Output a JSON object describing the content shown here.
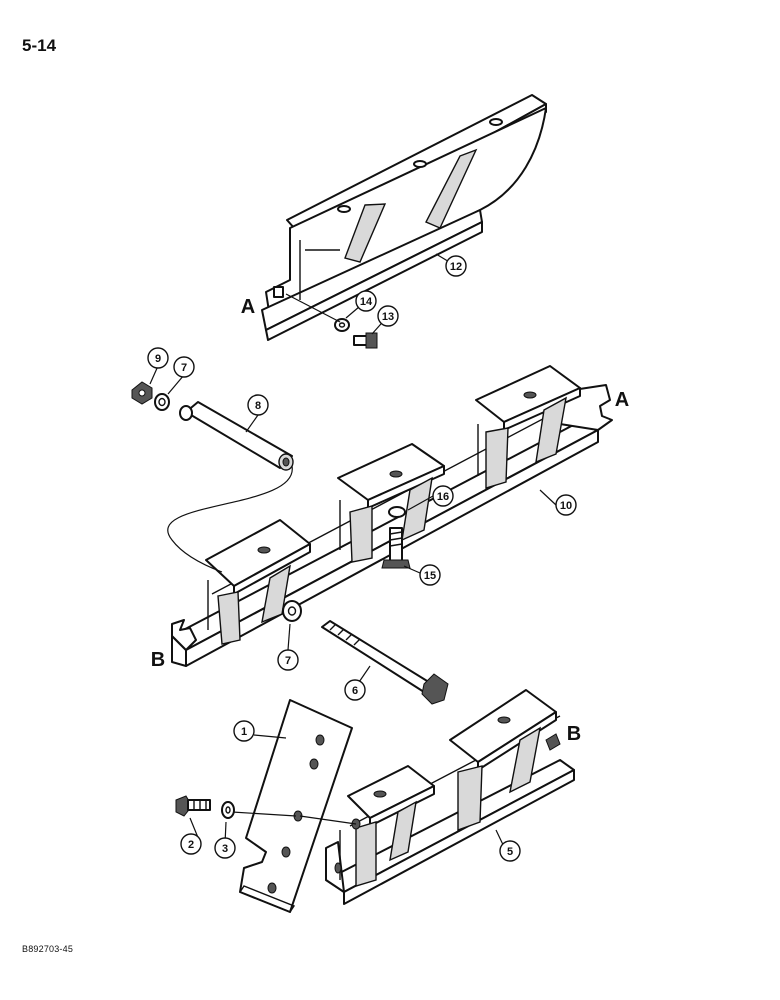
{
  "page_number": "5-14",
  "document_code": "B892703-45",
  "callouts": [
    "1",
    "2",
    "3",
    "5",
    "6",
    "7",
    "7",
    "8",
    "9",
    "10",
    "12",
    "13",
    "14",
    "15",
    "16"
  ],
  "reference_letters": [
    "A",
    "A",
    "B",
    "B"
  ]
}
